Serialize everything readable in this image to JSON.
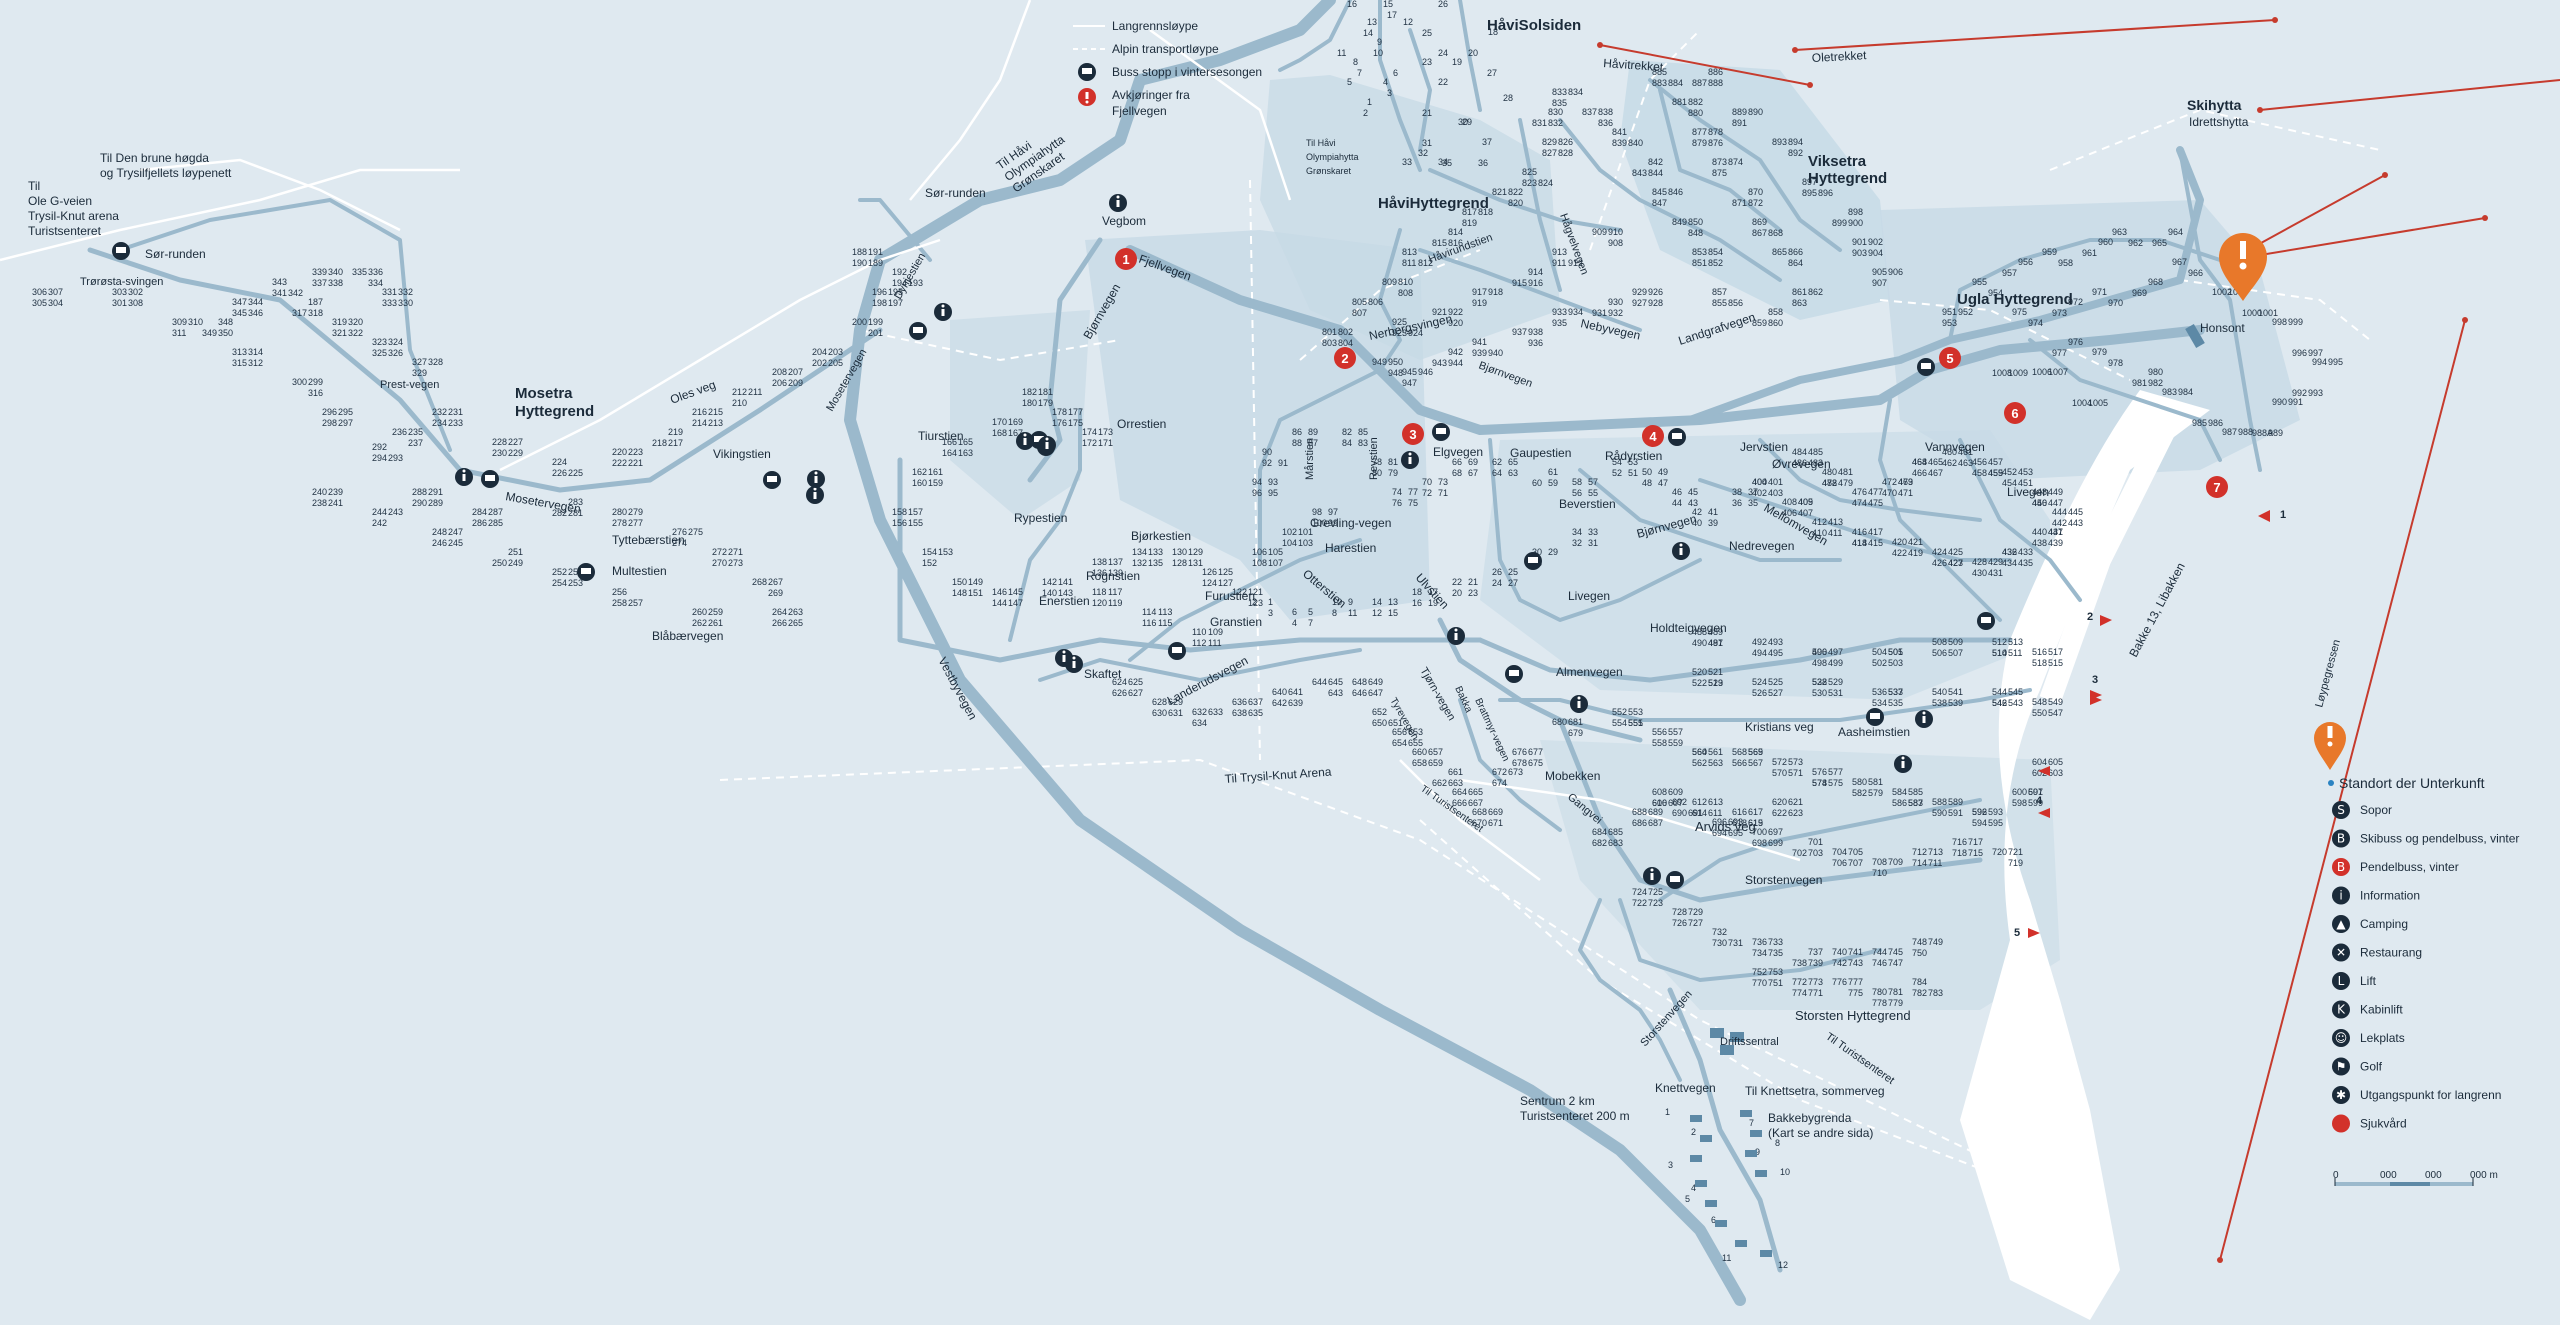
{
  "colors": {
    "background": "#dfe9f0",
    "road": "#9bb9cc",
    "road_edge": "#86a8bd",
    "area": "#b9d0de",
    "xc_trail": "#ffffff",
    "pin_orange": "#e8782a",
    "exit_red": "#d2312a",
    "label": "#1b2b3a"
  },
  "top_legend": [
    {
      "icon": "white-line-icon",
      "label": "Langrennsløype"
    },
    {
      "icon": "dashed-line-icon",
      "label": "Alpin transportløype"
    },
    {
      "icon": "bus-icon",
      "label": "Buss stopp i vintersesongen"
    },
    {
      "icon": "exit-marker-icon",
      "label": "Avkjøringer fra"
    },
    {
      "icon": "",
      "label": "Fjellvegen"
    }
  ],
  "areas": [
    {
      "id": "mosetra",
      "lines": [
        "Mosetra",
        "Hyttegrend"
      ]
    },
    {
      "id": "havi-solsiden",
      "lines": [
        "HåviSolsiden"
      ]
    },
    {
      "id": "havi-hyttegrend",
      "lines": [
        "HåviHyttegrend"
      ]
    },
    {
      "id": "viksetra",
      "lines": [
        "Viksetra",
        "Hyttegrend"
      ]
    },
    {
      "id": "ugla",
      "lines": [
        "Ugla Hyttegrend"
      ]
    },
    {
      "id": "skihytta",
      "lines": [
        "Skihytta"
      ]
    },
    {
      "id": "storsten",
      "lines": [
        "Storsten Hyttegrend"
      ]
    }
  ],
  "places": [
    {
      "id": "til",
      "lines": [
        "Til",
        "Ole G-veien",
        "Trysil-Knut arena",
        "Turistsenteret"
      ]
    },
    {
      "id": "brune",
      "lines": [
        "Til Den brune høgda",
        "og Trysilfjellets løypenett"
      ]
    },
    {
      "id": "sor-runden-1",
      "lines": [
        "Sør-runden"
      ]
    },
    {
      "id": "sor-runden-2",
      "lines": [
        "Sør-runden"
      ]
    },
    {
      "id": "havi-op",
      "lines": [
        "Til Håvi",
        "Olympiahytta",
        "Grønskaret"
      ]
    },
    {
      "id": "havi-op-2",
      "lines": [
        "Til Håvi",
        "Olympiahytta",
        "Grønskaret"
      ]
    },
    {
      "id": "vegbom",
      "lines": [
        "Vegbom"
      ]
    },
    {
      "id": "idrettshytta",
      "lines": [
        "Idrettshytta"
      ]
    },
    {
      "id": "honsont",
      "lines": [
        "Honsont"
      ]
    },
    {
      "id": "trysil-knut",
      "lines": [
        "Til Trysil-Knut Arena"
      ]
    },
    {
      "id": "til-turistsenteret",
      "lines": [
        "Til Turistsenteret"
      ]
    },
    {
      "id": "sentrum",
      "lines": [
        "Sentrum 2 km",
        "Turistsenteret 200 m"
      ]
    },
    {
      "id": "knettsetra",
      "lines": [
        "Til Knettsetra, sommerveg"
      ]
    },
    {
      "id": "bakkebygrenda",
      "lines": [
        "Bakkebygrenda",
        "(Kart se andre sida)"
      ]
    },
    {
      "id": "til-turistsenteret-2",
      "lines": [
        "Til Turistsenteret"
      ]
    },
    {
      "id": "driftssentral",
      "lines": [
        "Driftssentral"
      ]
    },
    {
      "id": "bakke",
      "lines": [
        "Bakke 13, Libakken"
      ]
    },
    {
      "id": "loypegressen",
      "lines": [
        "Løypegressen"
      ]
    }
  ],
  "trails": [
    {
      "id": "havitrekket",
      "label": "Håvitrekket"
    },
    {
      "id": "oletrekket",
      "label": "Oletrekket"
    }
  ],
  "roads": [
    "Trørøsta-svingen",
    "Prest-vegen",
    "Mosetervegen",
    "Oles veg",
    "Mosetervegen",
    "Dynjestien",
    "Vikingstien",
    "Tyttebærstien",
    "Multestien",
    "Blåbærvegen",
    "Fjellvegen",
    "Bjørnvegen",
    "Tiurstien",
    "Orrestien",
    "Rypestien",
    "Bjørkestien",
    "Rognstien",
    "Enerstien",
    "Furustien",
    "Granstien",
    "Skaftet",
    "Landerudsvegen",
    "Vestbyvegen",
    "Nerbergsvingen",
    "Elgvegen",
    "Gaupestien",
    "Rådyrstien",
    "Jervstien",
    "Øvrevegen",
    "Beverstien",
    "Grevling-vegen",
    "Harestien",
    "Ulvstien",
    "Otterstien",
    "Bjørnvegen",
    "Livegen",
    "Nedrevegen",
    "Mellomvegen",
    "Holdteigvegen",
    "Almenvegen",
    "Kristians veg",
    "Aasheimstien",
    "Mobekken",
    "Gangvei",
    "Arvids veg",
    "Storstenvegen",
    "Storstenvegen",
    "Knettvegen",
    "Vannvegen",
    "Livegen",
    "Nebyvegen",
    "Landgrafvegen",
    "Hågvelvegen",
    "Håvirundstien",
    "Mårstien",
    "Revstien",
    "Bjørnvegen",
    "Tjørn-vegen",
    "Bakka",
    "Brattmyr-vegen",
    "Tyrevegen"
  ],
  "exit_numbers": [
    "1",
    "2",
    "3",
    "4",
    "5",
    "6",
    "7"
  ],
  "ski_exits": [
    "1",
    "2",
    "3",
    "4",
    "5"
  ],
  "lot_numbers": {
    "mosetra": [
      "306",
      "307",
      "305",
      "304",
      "303",
      "302",
      "301",
      "308",
      "309",
      "310",
      "311",
      "312",
      "313",
      "314",
      "315",
      "316",
      "300",
      "299",
      "298",
      "297",
      "296",
      "295",
      "294",
      "293",
      "292",
      "291",
      "290",
      "289",
      "288",
      "287",
      "286",
      "285",
      "284",
      "283",
      "282",
      "281",
      "280",
      "279",
      "278",
      "277",
      "276",
      "275",
      "274",
      "273",
      "272",
      "271",
      "270",
      "269",
      "268",
      "267",
      "266",
      "265",
      "264",
      "263",
      "262",
      "261",
      "260",
      "259",
      "258",
      "257",
      "256",
      "255",
      "254",
      "253",
      "252",
      "251",
      "250",
      "249",
      "248",
      "247",
      "246",
      "245",
      "244",
      "243",
      "242",
      "241",
      "240",
      "239",
      "238",
      "237",
      "236",
      "235",
      "234",
      "233",
      "232",
      "231",
      "230",
      "229",
      "228",
      "227",
      "226",
      "225",
      "224",
      "223",
      "222",
      "221",
      "220",
      "219",
      "218",
      "217",
      "216",
      "215",
      "214",
      "213",
      "212",
      "211",
      "210",
      "209",
      "208",
      "207",
      "206",
      "205",
      "204",
      "203",
      "202",
      "201",
      "200",
      "199",
      "198",
      "197",
      "196",
      "195",
      "194",
      "193",
      "192",
      "191",
      "190",
      "189",
      "188",
      "187",
      "317",
      "318",
      "319",
      "320",
      "321",
      "322",
      "323",
      "324",
      "325",
      "326",
      "327",
      "328",
      "329",
      "330",
      "331",
      "332",
      "333",
      "334",
      "335",
      "336",
      "337",
      "338",
      "339",
      "340",
      "341",
      "342",
      "343",
      "344",
      "345",
      "346",
      "347",
      "348",
      "349",
      "350"
    ],
    "central": [
      "182",
      "181",
      "180",
      "179",
      "178",
      "177",
      "176",
      "175",
      "174",
      "173",
      "172",
      "171",
      "170",
      "169",
      "168",
      "167",
      "166",
      "165",
      "164",
      "163",
      "162",
      "161",
      "160",
      "159",
      "158",
      "157",
      "156",
      "155",
      "154",
      "153",
      "152",
      "151",
      "150",
      "149",
      "148",
      "147",
      "146",
      "145",
      "144",
      "143",
      "142",
      "141",
      "140",
      "139",
      "138",
      "137",
      "136",
      "135",
      "134",
      "133",
      "132",
      "131",
      "130",
      "129",
      "128",
      "127",
      "126",
      "125",
      "124",
      "123",
      "122",
      "121",
      "120",
      "119",
      "118",
      "117",
      "116",
      "115",
      "114",
      "113",
      "112",
      "111",
      "110",
      "109",
      "108",
      "107",
      "106",
      "105",
      "104",
      "103",
      "102",
      "101",
      "100",
      "99",
      "98",
      "97",
      "96",
      "95",
      "94",
      "93",
      "92",
      "91",
      "90",
      "89",
      "88",
      "87",
      "86",
      "85",
      "84",
      "83",
      "82",
      "81",
      "80",
      "79",
      "78",
      "77",
      "76",
      "75",
      "74",
      "73",
      "72",
      "71",
      "70",
      "69",
      "68",
      "67",
      "66",
      "65",
      "64",
      "63",
      "62",
      "61",
      "60",
      "59",
      "58",
      "57",
      "56",
      "55",
      "54",
      "53",
      "52",
      "51",
      "50",
      "49",
      "48",
      "47",
      "46",
      "45",
      "44",
      "43",
      "42",
      "41",
      "40",
      "39",
      "38",
      "37",
      "36",
      "35",
      "34",
      "33",
      "32",
      "31",
      "30",
      "29",
      "28",
      "27",
      "26",
      "25",
      "24",
      "23",
      "22",
      "21",
      "20",
      "19",
      "18",
      "17",
      "16",
      "15",
      "14",
      "13",
      "12",
      "11",
      "10",
      "9",
      "8",
      "7",
      "6",
      "5",
      "4",
      "3",
      "2",
      "1"
    ],
    "havi": [
      "801",
      "802",
      "803",
      "804",
      "805",
      "806",
      "807",
      "808",
      "809",
      "810",
      "811",
      "812",
      "813",
      "814",
      "815",
      "816",
      "817",
      "818",
      "819",
      "820",
      "821",
      "822",
      "823",
      "824",
      "825",
      "826",
      "827",
      "828",
      "829",
      "830",
      "831",
      "832",
      "833",
      "834",
      "835",
      "836",
      "837",
      "838",
      "839",
      "840",
      "841",
      "842",
      "843",
      "844",
      "845",
      "846",
      "847",
      "848",
      "849",
      "850",
      "851",
      "852",
      "853",
      "854",
      "855",
      "856",
      "857",
      "858",
      "859",
      "860",
      "861",
      "862",
      "863",
      "864",
      "865",
      "866",
      "867",
      "868",
      "869",
      "870",
      "871",
      "872",
      "873",
      "874",
      "875",
      "876",
      "877",
      "878",
      "879",
      "880",
      "881",
      "882",
      "883",
      "884",
      "885",
      "886",
      "887",
      "888",
      "889",
      "890",
      "891",
      "892",
      "893",
      "894",
      "895",
      "896",
      "897",
      "898",
      "899",
      "900",
      "901",
      "902",
      "903",
      "904",
      "905",
      "906",
      "907",
      "908",
      "909",
      "910",
      "911",
      "912",
      "913",
      "914",
      "915",
      "916",
      "917",
      "918",
      "919",
      "920",
      "921",
      "922",
      "923",
      "924",
      "925",
      "926",
      "927",
      "928",
      "929",
      "930",
      "931",
      "932",
      "933",
      "934",
      "935",
      "936",
      "937",
      "938",
      "939",
      "940",
      "941",
      "942",
      "943",
      "944",
      "945",
      "946",
      "947",
      "948",
      "949",
      "950"
    ],
    "ugla": [
      "951",
      "952",
      "953",
      "954",
      "955",
      "956",
      "957",
      "958",
      "959",
      "960",
      "961",
      "962",
      "963",
      "964",
      "965",
      "966",
      "967",
      "968",
      "969",
      "970",
      "971",
      "972",
      "973",
      "974",
      "975",
      "976",
      "977",
      "978",
      "979",
      "980",
      "981",
      "982",
      "983",
      "984",
      "985",
      "986",
      "987",
      "988",
      "988A",
      "989",
      "990",
      "991",
      "992",
      "993",
      "994",
      "995",
      "996",
      "997",
      "998",
      "999",
      "1000",
      "1001",
      "1002",
      "1003",
      "1004",
      "1005",
      "1006",
      "1007",
      "1008",
      "1009"
    ],
    "east": [
      "400",
      "401",
      "402",
      "403",
      "404",
      "405",
      "406",
      "407",
      "408",
      "409",
      "410",
      "411",
      "412",
      "413",
      "414",
      "415",
      "416",
      "417",
      "418",
      "419",
      "420",
      "421",
      "422",
      "423",
      "424",
      "425",
      "426",
      "427",
      "428",
      "429",
      "430",
      "431",
      "432",
      "433",
      "434",
      "435",
      "436",
      "437",
      "438",
      "439",
      "440",
      "441",
      "442",
      "443",
      "444",
      "445",
      "446",
      "447",
      "448",
      "449",
      "450",
      "451",
      "452",
      "453",
      "454",
      "455",
      "456",
      "457",
      "458",
      "459",
      "460",
      "461",
      "462",
      "463",
      "464",
      "465",
      "466",
      "467",
      "468",
      "469",
      "470",
      "471",
      "472",
      "473",
      "474",
      "475",
      "476",
      "477",
      "478",
      "479",
      "480",
      "481",
      "482",
      "483",
      "484",
      "485",
      "486",
      "487",
      "488",
      "489",
      "490",
      "491",
      "492",
      "493",
      "494",
      "495",
      "496",
      "497",
      "498",
      "499",
      "500",
      "501",
      "502",
      "503",
      "504",
      "505",
      "506",
      "507",
      "508",
      "509",
      "510",
      "511",
      "512",
      "513",
      "514",
      "515",
      "516",
      "517",
      "518",
      "519",
      "520",
      "521",
      "522",
      "523",
      "524",
      "525",
      "526",
      "527",
      "528",
      "529",
      "530",
      "531",
      "532",
      "533",
      "534",
      "535",
      "536",
      "537",
      "538",
      "539",
      "540",
      "541",
      "542",
      "543",
      "544",
      "545",
      "546",
      "547",
      "548",
      "549",
      "550",
      "551",
      "552",
      "553",
      "554",
      "555",
      "556",
      "557",
      "558",
      "559",
      "560",
      "561",
      "562",
      "563",
      "564",
      "565",
      "566",
      "567",
      "568",
      "569",
      "570",
      "571",
      "572",
      "573",
      "574",
      "575",
      "576",
      "577",
      "578",
      "579",
      "580",
      "581",
      "582",
      "583",
      "584",
      "585",
      "586",
      "587",
      "588",
      "589",
      "590",
      "591",
      "592",
      "593",
      "594",
      "595",
      "596",
      "597",
      "598",
      "599",
      "600",
      "601",
      "602",
      "603",
      "604",
      "605",
      "606",
      "607",
      "608",
      "609",
      "610",
      "611",
      "612",
      "613",
      "614",
      "615",
      "616",
      "617",
      "618",
      "619",
      "620",
      "621",
      "622",
      "623"
    ],
    "south": [
      "624",
      "625",
      "626",
      "627",
      "628",
      "629",
      "630",
      "631",
      "632",
      "633",
      "634",
      "635",
      "636",
      "637",
      "638",
      "639",
      "640",
      "641",
      "642",
      "643",
      "644",
      "645",
      "646",
      "647",
      "648",
      "649",
      "650",
      "651",
      "652",
      "653",
      "654",
      "655",
      "656",
      "657",
      "658",
      "659",
      "660",
      "661",
      "662",
      "663",
      "664",
      "665",
      "666",
      "667",
      "668",
      "669",
      "670",
      "671",
      "672",
      "673",
      "674",
      "675",
      "676",
      "677",
      "678",
      "679",
      "680",
      "681",
      "682",
      "683",
      "684",
      "685",
      "686",
      "687",
      "688",
      "689",
      "690",
      "691",
      "692",
      "693",
      "694",
      "695",
      "696",
      "697",
      "698",
      "699",
      "700",
      "701",
      "702",
      "703",
      "704",
      "705",
      "706",
      "707",
      "708",
      "709",
      "710",
      "711",
      "712",
      "713",
      "714",
      "715",
      "716",
      "717",
      "718",
      "719",
      "720",
      "721",
      "722",
      "723",
      "724",
      "725",
      "726",
      "727",
      "728",
      "729",
      "730",
      "731",
      "732",
      "733",
      "734",
      "735",
      "736",
      "737",
      "738",
      "739",
      "740",
      "741",
      "742",
      "743",
      "744",
      "745",
      "746",
      "747",
      "748",
      "749",
      "750",
      "751",
      "752",
      "753",
      "770",
      "771",
      "772",
      "773",
      "774",
      "775",
      "776",
      "777",
      "778",
      "779",
      "780",
      "781",
      "782",
      "783",
      "784"
    ],
    "bakkeby": [
      "1",
      "2",
      "3",
      "4",
      "5",
      "6",
      "7",
      "8",
      "9",
      "10",
      "11",
      "12"
    ],
    "havi_top": [
      "16",
      "15",
      "17",
      "14",
      "13",
      "12",
      "11",
      "10",
      "9",
      "8",
      "7",
      "6",
      "5",
      "4",
      "3",
      "2",
      "1",
      "26",
      "25",
      "24",
      "23",
      "22",
      "21",
      "20",
      "19",
      "18",
      "27",
      "28",
      "29",
      "30",
      "31",
      "32",
      "33",
      "34",
      "35",
      "36",
      "37"
    ]
  },
  "legend": {
    "header": "Standort der Unterkunft",
    "items": [
      {
        "icon": "ski-lift-icon",
        "label": "Sopor"
      },
      {
        "icon": "bus-icon",
        "label": "Skibuss og pendelbuss, vinter"
      },
      {
        "icon": "bus-red-icon",
        "label": "Pendelbuss, vinter"
      },
      {
        "icon": "info-icon",
        "label": "Information"
      },
      {
        "icon": "camping-icon",
        "label": "Camping"
      },
      {
        "icon": "restaurant-icon",
        "label": "Restaurang"
      },
      {
        "icon": "lift-icon",
        "label": "Lift"
      },
      {
        "icon": "cable-car-icon",
        "label": "Kabinlift"
      },
      {
        "icon": "playground-icon",
        "label": "Lekplats"
      },
      {
        "icon": "golf-icon",
        "label": "Golf"
      },
      {
        "icon": "xc-start-icon",
        "label": "Utgangspunkt for langrenn"
      },
      {
        "icon": "hospital-icon",
        "label": "Sjukvård"
      }
    ]
  },
  "scale": {
    "ticks": [
      "0",
      "000",
      "000",
      "000 m"
    ]
  }
}
